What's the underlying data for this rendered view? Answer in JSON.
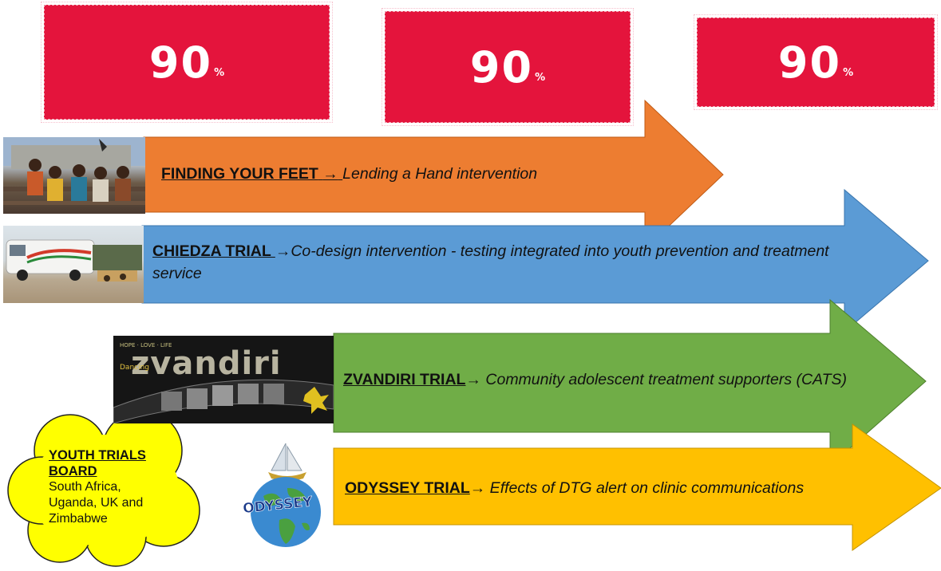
{
  "targets": [
    {
      "value": "90",
      "unit": "%"
    },
    {
      "value": "90",
      "unit": "%"
    },
    {
      "value": "90",
      "unit": "%"
    }
  ],
  "arrow_symbol": "→",
  "interventions": [
    {
      "trial": "FINDING YOUR FEET",
      "description": "Lending a Hand intervention",
      "color": "#ed7d31",
      "image": "group-of-young-people-photo"
    },
    {
      "trial": "CHIEDZA TRIAL ",
      "description": "Co-design intervention - testing integrated into youth prevention and treatment service",
      "color": "#5b9bd5",
      "image": "mobile-clinic-van-photo"
    },
    {
      "trial": "ZVANDIRI TRIAL",
      "description": " Community adolescent treatment supporters (CATS)",
      "color": "#70ad47",
      "image": "zvandiri-logo-collage"
    },
    {
      "trial": "ODYSSEY TRIAL",
      "description": " Effects of DTG alert on clinic communications",
      "color": "#ffc000",
      "image": "odyssey-globe-logo"
    }
  ],
  "zvandiri_logo_text": "zvandiri",
  "odyssey_logo_text": "ODYSSEY",
  "youth_board": {
    "title_line1": "YOUTH TRIALS",
    "title_line2": "BOARD",
    "countries": "South Africa, Uganda, UK and Zimbabwe",
    "fill": "#ffff00"
  }
}
